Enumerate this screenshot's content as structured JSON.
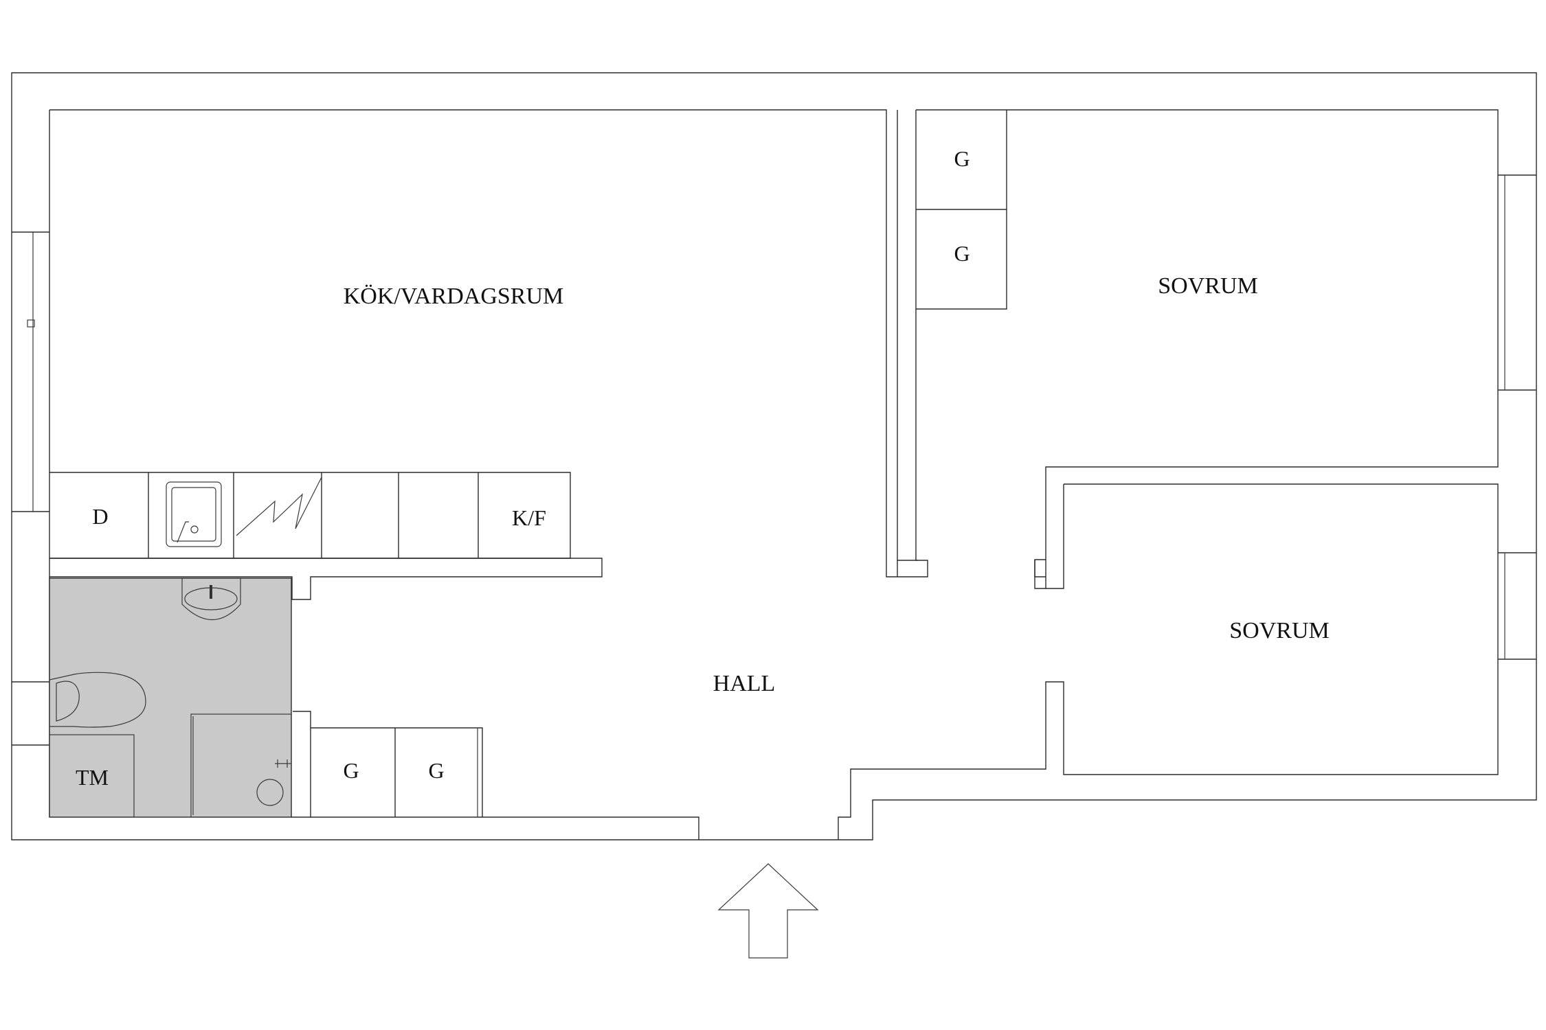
{
  "rooms": {
    "kitchen_living": "KÖK/VARDAGSRUM",
    "bedroom_1": "SOVRUM",
    "bedroom_2": "SOVRUM",
    "hall": "HALL"
  },
  "fixtures": {
    "dishwasher": "D",
    "fridge_freezer": "K/F",
    "washing_machine": "TM",
    "wardrobe_bedroom_1": "G",
    "wardrobe_bedroom_2": "G",
    "wardrobe_hall_1": "G",
    "wardrobe_hall_2": "G"
  },
  "colors": {
    "bathroom_floor": "#c9c9c9",
    "walls": "#2b2b2b"
  }
}
